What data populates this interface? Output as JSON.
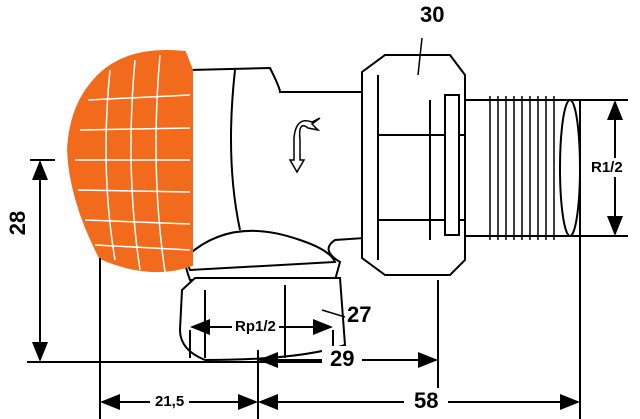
{
  "title": "Angle radiator valve dimension drawing",
  "colors": {
    "cap": "#f26a1b",
    "line": "#000000",
    "background": "#ffffff"
  },
  "dimensions": {
    "height": "28",
    "nut_width_top": "30",
    "nut_width_bottom": "27",
    "inlet_thread": "Rp1/2",
    "outlet_thread": "R1/2",
    "center_to_nut": "29",
    "cap_to_center": "21,5",
    "center_to_end": "58"
  }
}
